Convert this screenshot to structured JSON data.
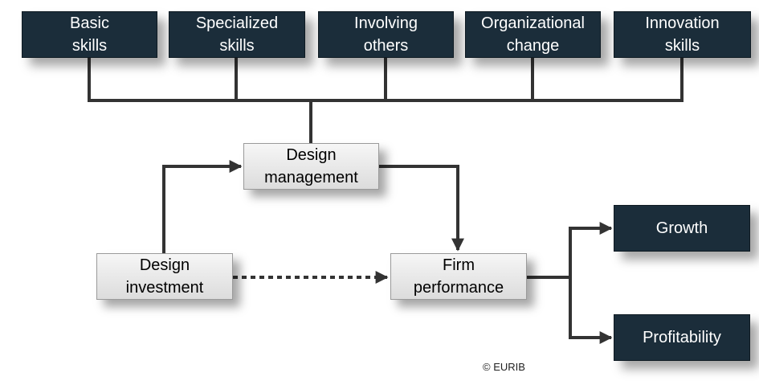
{
  "skills": [
    {
      "line1": "Basic",
      "line2": "skills"
    },
    {
      "line1": "Specialized",
      "line2": "skills"
    },
    {
      "line1": "Involving",
      "line2": "others"
    },
    {
      "line1": "Organizational",
      "line2": "change"
    },
    {
      "line1": "Innovation",
      "line2": "skills"
    }
  ],
  "nodes": {
    "design_management": {
      "line1": "Design",
      "line2": "management"
    },
    "design_investment": {
      "line1": "Design",
      "line2": "investment"
    },
    "firm_performance": {
      "line1": "Firm",
      "line2": "performance"
    },
    "growth": "Growth",
    "profitability": "Profitability"
  },
  "copyright": "© EURIB",
  "colors": {
    "dark_box": "#1b2d3a",
    "connector": "#333333"
  }
}
